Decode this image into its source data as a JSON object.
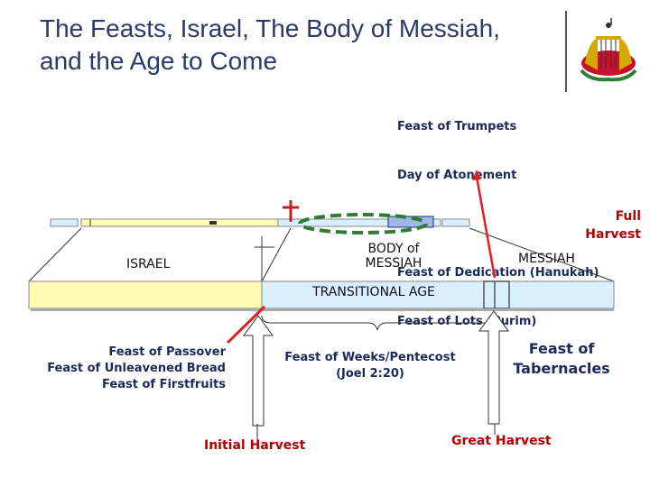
{
  "title": "The Feasts, Israel, The Body of Messiah, and the Age to Come",
  "upper_feasts": [
    "Feast of Trumpets",
    "Day of Atonement",
    "+",
    "Feast of Dedication (Hanukah)",
    "Feast of Lots (Purim)"
  ],
  "full_harvest": "Full Harvest",
  "eras": {
    "israel": "ISRAEL",
    "body_of_messiah": "BODY of MESSIAH",
    "messiah": "MESSIAH",
    "transitional_age": "TRANSITIONAL AGE"
  },
  "spring_feasts": [
    "Feast of Passover",
    "Feast of Unleavened Bread",
    "Feast of Firstfruits"
  ],
  "pentecost": [
    "Feast of Weeks/Pentecost",
    "(Joel 2:20)"
  ],
  "tabernacles": [
    "Feast of",
    "Tabernacles"
  ],
  "initial_harvest": "Initial Harvest",
  "great_harvest": "Great Harvest",
  "colors": {
    "title": "#2b3a6b",
    "feast_text": "#1a2a5a",
    "harvest_text": "#b00000",
    "israel_bar": "#fefcb4",
    "transition_bar": "#d9efff",
    "arrow_red": "#e02020",
    "cross": "#c02020",
    "body_ellipse": "#2e7d32"
  },
  "icons": {
    "logo": "lyre-logo-icon",
    "cross": "cross-icon"
  }
}
